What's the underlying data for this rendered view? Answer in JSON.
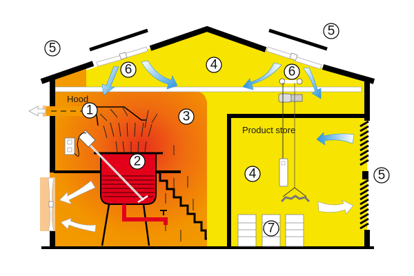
{
  "diagram": {
    "title": "Ventilation of a building with heat-generating process and product store",
    "labels": {
      "hood": "Hood",
      "product_store": "Product store"
    },
    "markers": [
      {
        "id": "m5a",
        "number": "5"
      },
      {
        "id": "m5b",
        "number": "5"
      },
      {
        "id": "m5c",
        "number": "5"
      },
      {
        "id": "m6a",
        "number": "6"
      },
      {
        "id": "m6b",
        "number": "6"
      },
      {
        "id": "m4a",
        "number": "4"
      },
      {
        "id": "m4b",
        "number": "4"
      },
      {
        "id": "m1",
        "number": "1"
      },
      {
        "id": "m2",
        "number": "2"
      },
      {
        "id": "m3",
        "number": "3"
      },
      {
        "id": "m7",
        "number": "7"
      }
    ],
    "colors": {
      "roof_space_yellow": "#f7e400",
      "hot_zone_orange": "#f29400",
      "hot_core_red": "#e8461a",
      "kettle_red": "#e2001a",
      "wall_black": "#000000",
      "airflow_blue": "#3aa0e0",
      "airflow_white": "#ffffff",
      "background": "#ffffff"
    }
  }
}
